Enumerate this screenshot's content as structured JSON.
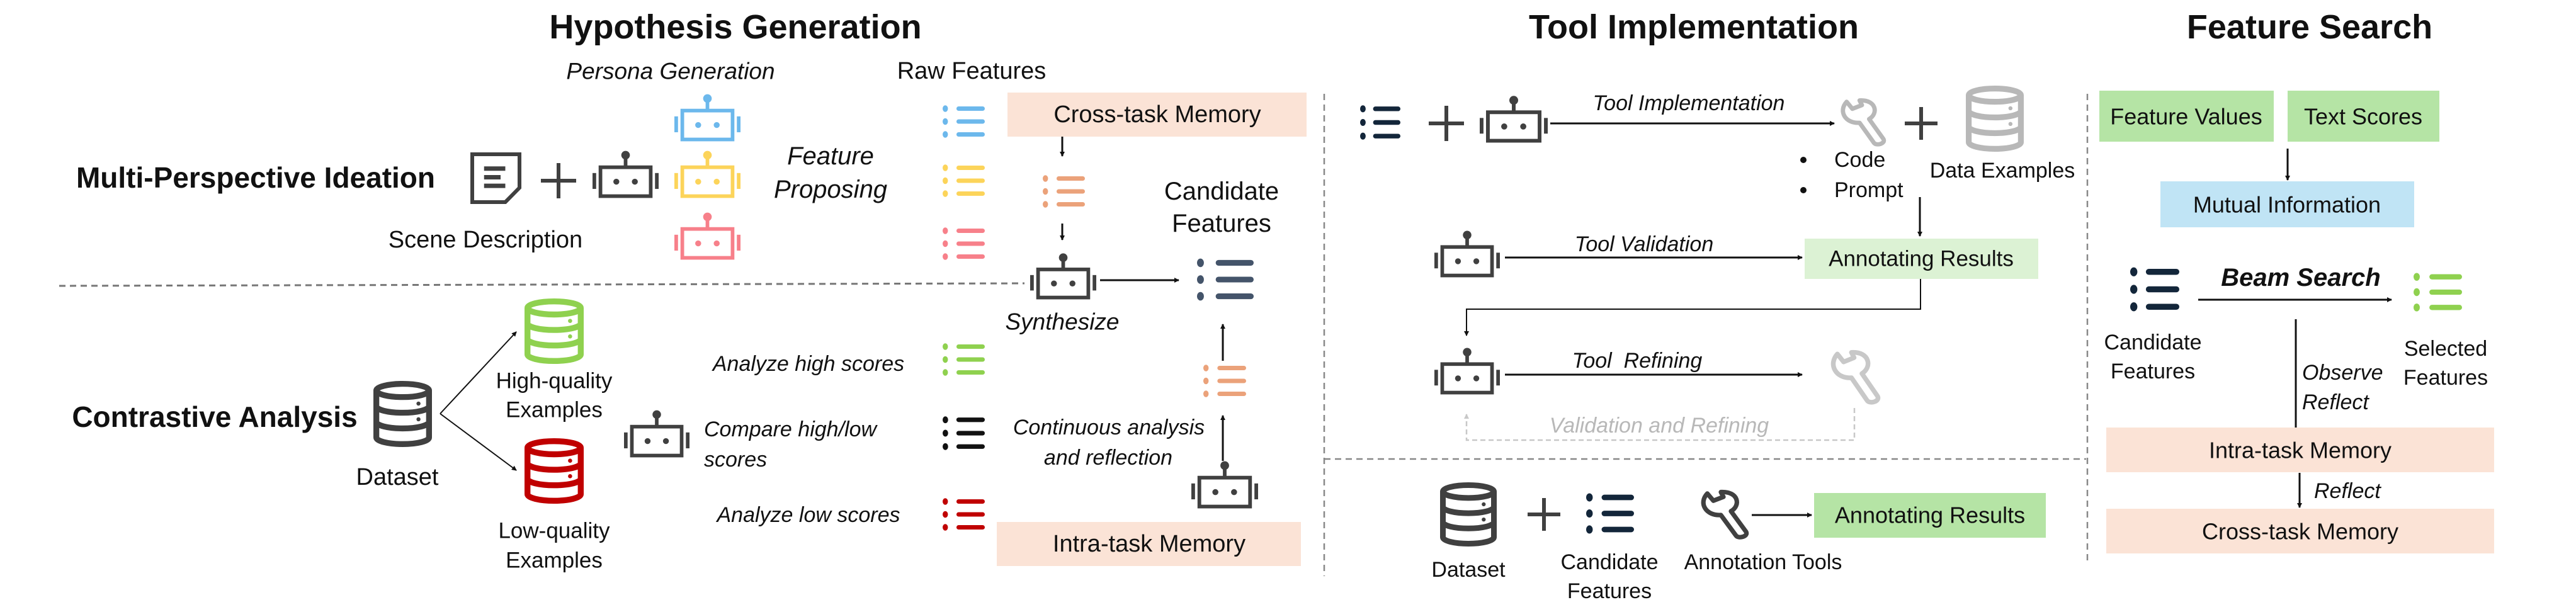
{
  "colors": {
    "blue": "#6cb8ec",
    "yellow": "#fcd45a",
    "red": "#f7808a",
    "orange": "#eba27a",
    "dark": "#404040",
    "navy": "#13263a",
    "slate": "#44546a",
    "green_list": "#8fd14f",
    "red_db": "#c00000",
    "green_db": "#8fd14f",
    "memory_box": "#fbe3d6",
    "green_box": "#b5e4a5",
    "light_green_box": "#dcf2d4",
    "blue_box": "#c0e4f5",
    "gray": "#b8b8b8"
  },
  "hypothesis": {
    "title": "Hypothesis Generation",
    "persona_generation": "Persona Generation",
    "raw_features": "Raw Features",
    "cross_task_memory": "Cross-task Memory",
    "multi_perspective": "Multi-Perspective Ideation",
    "scene_description": "Scene Description",
    "feature_proposing": [
      "Feature",
      "Proposing"
    ],
    "candidate_features": [
      "Candidate",
      "Features"
    ],
    "synthesize": "Synthesize",
    "contrastive": "Contrastive Analysis",
    "dataset": "Dataset",
    "high_quality": [
      "High-quality",
      "Examples"
    ],
    "low_quality": [
      "Low-quality",
      "Examples"
    ],
    "analyze_high": "Analyze high scores",
    "compare": [
      "Compare high/low",
      "scores"
    ],
    "analyze_low": "Analyze low scores",
    "continuous": [
      "Continuous analysis",
      "and reflection"
    ],
    "intra_task_memory": "Intra-task Memory"
  },
  "tool": {
    "title": "Tool Implementation",
    "tool_implementation": "Tool Implementation",
    "code": "Code",
    "prompt": "Prompt",
    "data_examples": "Data Examples",
    "tool_validation": "Tool Validation",
    "annotating_results": "Annotating Results",
    "tool_refining": "Tool  Refining",
    "validation_refining": "Validation and Refining",
    "dataset": "Dataset",
    "candidate_features": [
      "Candidate",
      "Features"
    ],
    "annotation_tools": "Annotation Tools",
    "annotating_results_final": "Annotating Results"
  },
  "search": {
    "title": "Feature Search",
    "feature_values": "Feature Values",
    "text_scores": "Text Scores",
    "mutual_information": "Mutual Information",
    "beam_search": "Beam Search",
    "candidate_features": [
      "Candidate",
      "Features"
    ],
    "selected_features": [
      "Selected",
      "Features"
    ],
    "observe": "Observe",
    "reflect": "Reflect",
    "intra_task_memory": "Intra-task Memory",
    "reflect2": "Reflect",
    "cross_task_memory": "Cross-task Memory"
  }
}
